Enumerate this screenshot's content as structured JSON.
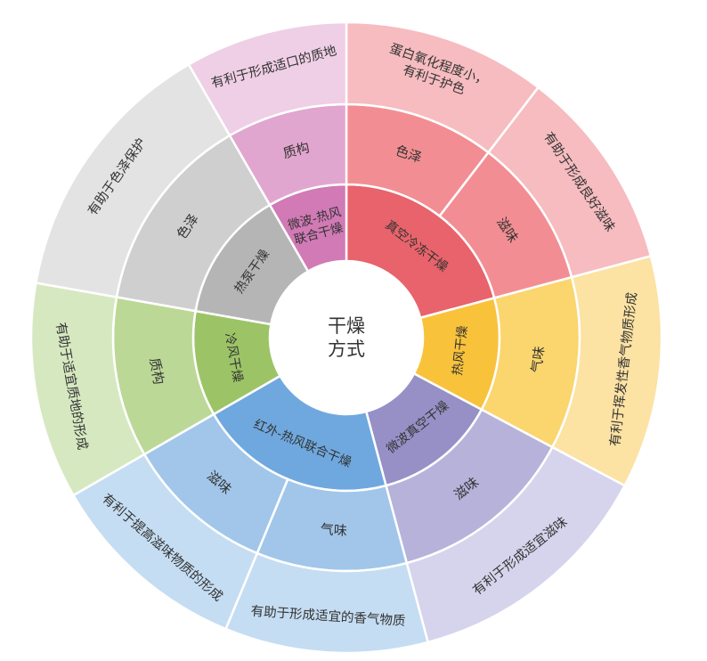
{
  "center": {
    "line1": "干燥",
    "line2": "方式"
  },
  "methods": [
    {
      "id": "vacuum-freeze",
      "label": "真空冷冻干燥",
      "colors": {
        "inner": "#e8636b",
        "middle": "#f28e93",
        "outer": "#f6bcc0"
      },
      "effects": [
        {
          "property": "色泽",
          "benefit_lines": [
            "蛋白氧化程度小，",
            "有利于护色"
          ]
        },
        {
          "property": "滋味",
          "benefit_lines": [
            "有助于形成良好滋味"
          ]
        }
      ]
    },
    {
      "id": "hot-air",
      "label": "热风干燥",
      "colors": {
        "inner": "#f9c23b",
        "middle": "#fbd56d",
        "outer": "#fce2a3"
      },
      "effects": [
        {
          "property": "气味",
          "benefit_lines": [
            "有利于挥发性香气物质形成"
          ]
        }
      ]
    },
    {
      "id": "microwave-vacuum",
      "label": "微波真空干燥",
      "colors": {
        "inner": "#9690c6",
        "middle": "#b6b2da",
        "outer": "#d6d4ec"
      },
      "effects": [
        {
          "property": "滋味",
          "benefit_lines": [
            "有利于形成适宜滋味"
          ]
        }
      ]
    },
    {
      "id": "infrared-hot-air",
      "label": "红外-热风联合干燥",
      "colors": {
        "inner": "#6fa8de",
        "middle": "#a1c6ea",
        "outer": "#c5ddf2"
      },
      "effects": [
        {
          "property": "气味",
          "benefit_lines": [
            "有助于形成适宜的香气物质"
          ]
        },
        {
          "property": "滋味",
          "benefit_lines": [
            "有利于提高滋味物质的形成"
          ]
        }
      ]
    },
    {
      "id": "cold-air",
      "label": "冷风干燥",
      "colors": {
        "inner": "#9cc467",
        "middle": "#bcd897",
        "outer": "#d6e8c0"
      },
      "effects": [
        {
          "property": "质构",
          "benefit_lines": [
            "有助于适宜质地的形成"
          ]
        }
      ]
    },
    {
      "id": "heat-pump",
      "label": "热泵干燥",
      "colors": {
        "inner": "#b5b5b5",
        "middle": "#cfcfcf",
        "outer": "#e3e3e3"
      },
      "effects": [
        {
          "property": "色泽",
          "benefit_lines": [
            "有助于色泽保护"
          ]
        }
      ]
    },
    {
      "id": "microwave-hot-air",
      "label": "微波-热风联合干燥",
      "label_lines": [
        "微波-热风",
        "联合干燥"
      ],
      "colors": {
        "inner": "#d17ab6",
        "middle": "#e1a6cf",
        "outer": "#efcfe5"
      },
      "effects": [
        {
          "property": "质构",
          "benefit_lines": [
            "有利于形成适口的质地"
          ]
        }
      ]
    }
  ]
}
